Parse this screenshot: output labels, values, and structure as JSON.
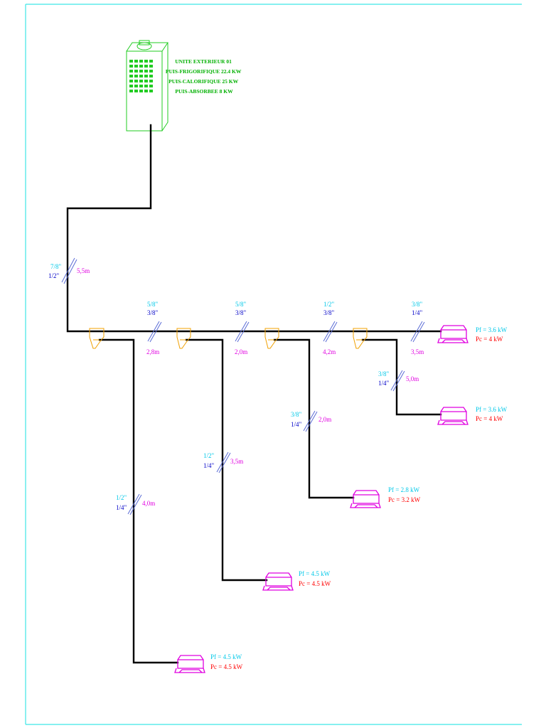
{
  "outdoor_unit": {
    "icon": "outdoor-unit-icon",
    "lines": [
      "UNITE EXTERIEUR 01",
      "PUIS-FRIGORIFIQUE 22.4 KW",
      "PUIS-CALORIFIQUE 25 KW",
      "PUIS-ABSORBEE 8 KW"
    ]
  },
  "segments": {
    "main": {
      "liquid": "7/8\"",
      "gas": "1/2\"",
      "length": "5,5m"
    },
    "h1": {
      "liquid": "5/8\"",
      "gas": "3/8\"",
      "length": "2,8m"
    },
    "h2": {
      "liquid": "5/8\"",
      "gas": "3/8\"",
      "length": "2,0m"
    },
    "h3": {
      "liquid": "1/2\"",
      "gas": "3/8\"",
      "length": "4,2m"
    },
    "h4": {
      "liquid": "3/8\"",
      "gas": "1/4\"",
      "length": "3,5m"
    },
    "b4": {
      "liquid": "3/8\"",
      "gas": "1/4\"",
      "length": "5,0m"
    },
    "b3": {
      "liquid": "3/8\"",
      "gas": "1/4\"",
      "length": "2,0m"
    },
    "b2": {
      "liquid": "1/2\"",
      "gas": "1/4\"",
      "length": "3,5m"
    },
    "b1": {
      "liquid": "1/2\"",
      "gas": "1/4\"",
      "length": "4,0m"
    }
  },
  "indoor_units": {
    "u1": {
      "pf": "Pf = 3.6 kW",
      "pc": "Pc = 4 kW"
    },
    "u2": {
      "pf": "Pf = 3.6 kW",
      "pc": "Pc = 4 kW"
    },
    "u3": {
      "pf": "Pf = 2.8 kW",
      "pc": "Pc = 3.2 kW"
    },
    "u4": {
      "pf": "Pf = 4.5 kW",
      "pc": "Pc = 4.5 kW"
    },
    "u5": {
      "pf": "Pf = 4.5 kW",
      "pc": "Pc = 4.5 kW"
    }
  },
  "colors": {
    "frame": "#3ee6e6",
    "pipe": "#000000",
    "outdoor_unit": "#22cc22",
    "indoor_unit": "#e000e0",
    "refnet_joint": "#f0a000",
    "liquid_size": "#00c8e8",
    "gas_size": "#0000c8",
    "length": "#e000e0",
    "cooling_capacity": "#00c8e8",
    "heating_capacity": "#ff0000"
  }
}
